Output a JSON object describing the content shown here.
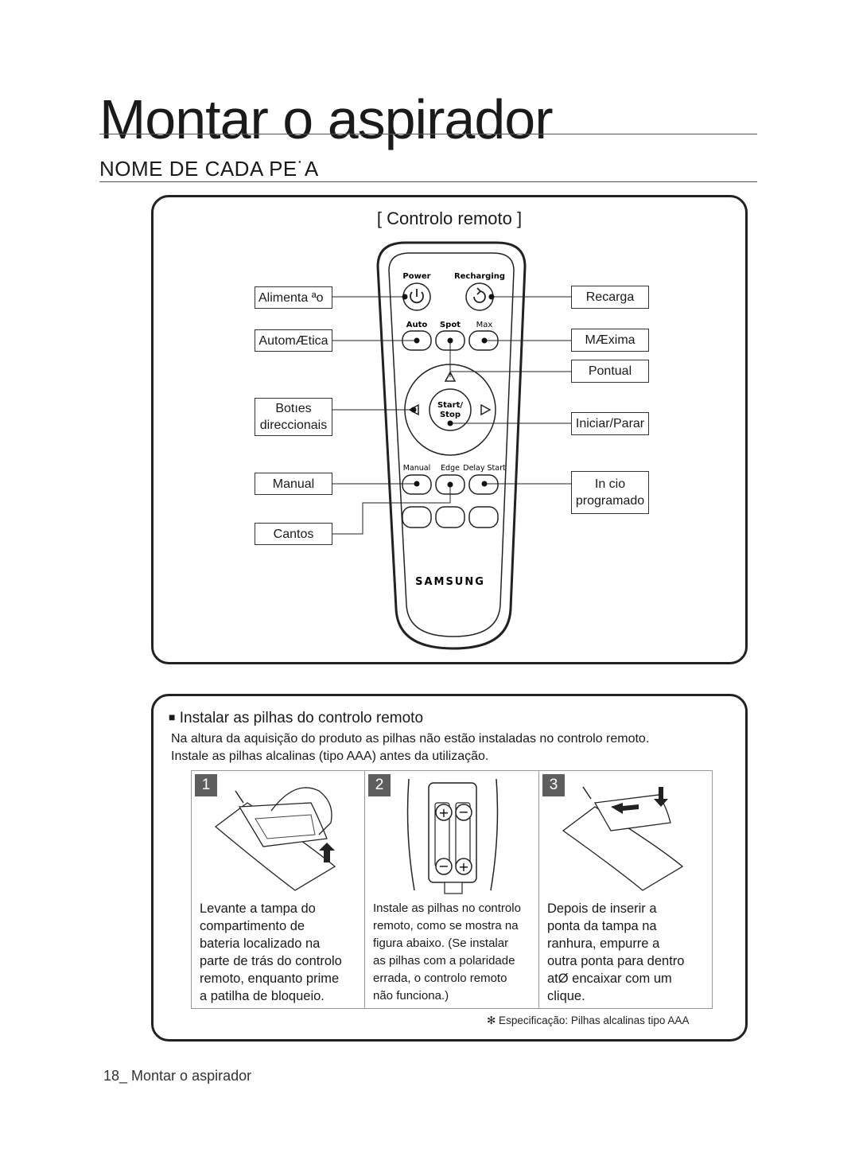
{
  "page": {
    "title": "Montar o aspirador",
    "section": "NOME DE CADA PE˙A",
    "footer": "18_ Montar o aspirador"
  },
  "remote": {
    "heading": "[ Controlo remoto ]",
    "brand": "SAMSUNG",
    "buttons": {
      "power": "Power",
      "recharging": "Recharging",
      "auto": "Auto",
      "spot": "Spot",
      "max": "Max",
      "start": "Start/",
      "stop": "Stop",
      "manual": "Manual",
      "edge": "Edge",
      "delay_start": "Delay Start"
    },
    "labels_left": {
      "power": "Alimenta ªo",
      "auto": "AutomÆtica",
      "direction_1": "Botıes",
      "direction_2": "direccionais",
      "manual": "Manual",
      "edge": "Cantos"
    },
    "labels_right": {
      "recharge": "Recarga",
      "max": "MÆxima",
      "spot": "Pontual",
      "start_stop": "Iniciar/Parar",
      "delay_1": "In cio",
      "delay_2": "programado"
    }
  },
  "install": {
    "heading": "Instalar as pilhas do controlo remoto",
    "bullet": "■",
    "para_1": "Na altura da aquisição do produto as pilhas não estão instaladas no controlo remoto.",
    "para_2": "Instale as pilhas alcalinas (tipo AAA) antes da utilização.",
    "steps": [
      {
        "num": "1",
        "text": "Levante a tampa do\ncompartimento de\nbateria localizado na\nparte de trás do controlo\nremoto, enquanto prime\na patilha de bloqueio."
      },
      {
        "num": "2",
        "text": "Instale as pilhas no controlo\nremoto, como se mostra na\nfigura abaixo. (Se instalar\nas pilhas com a polaridade\nerrada, o controlo remoto\nnão funciona.)"
      },
      {
        "num": "3",
        "text": "Depois de inserir a\nponta da tampa na\nranhura, empurre a\noutra ponta para dentro\natØ encaixar com um\nclique."
      }
    ],
    "footnote": "✻ Especificação: Pilhas alcalinas tipo AAA"
  }
}
